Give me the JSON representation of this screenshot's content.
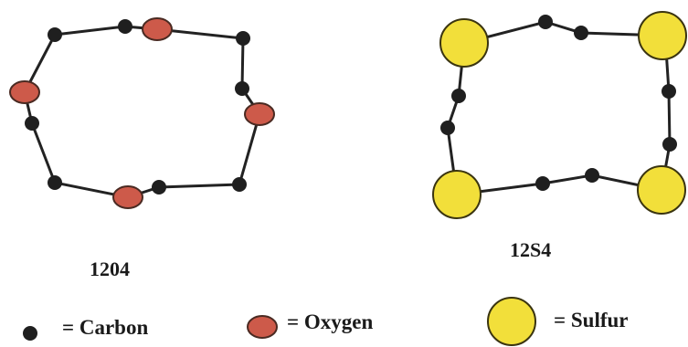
{
  "molecules": [
    {
      "label": "1204",
      "ring": "crown-ether-oxygen"
    },
    {
      "label": "12S4",
      "ring": "thia-crown-sulfur"
    }
  ],
  "legend": {
    "carbon": "= Carbon",
    "oxygen": "= Oxygen",
    "sulfur": "= Sulfur"
  },
  "colors": {
    "bond": "#222222",
    "carbon": "#1f1f1f",
    "oxygen_fill": "#cd5a4a",
    "oxygen_stroke": "#4a2a22",
    "sulfur_fill": "#f2df3a",
    "sulfur_stroke": "#3a3410"
  }
}
